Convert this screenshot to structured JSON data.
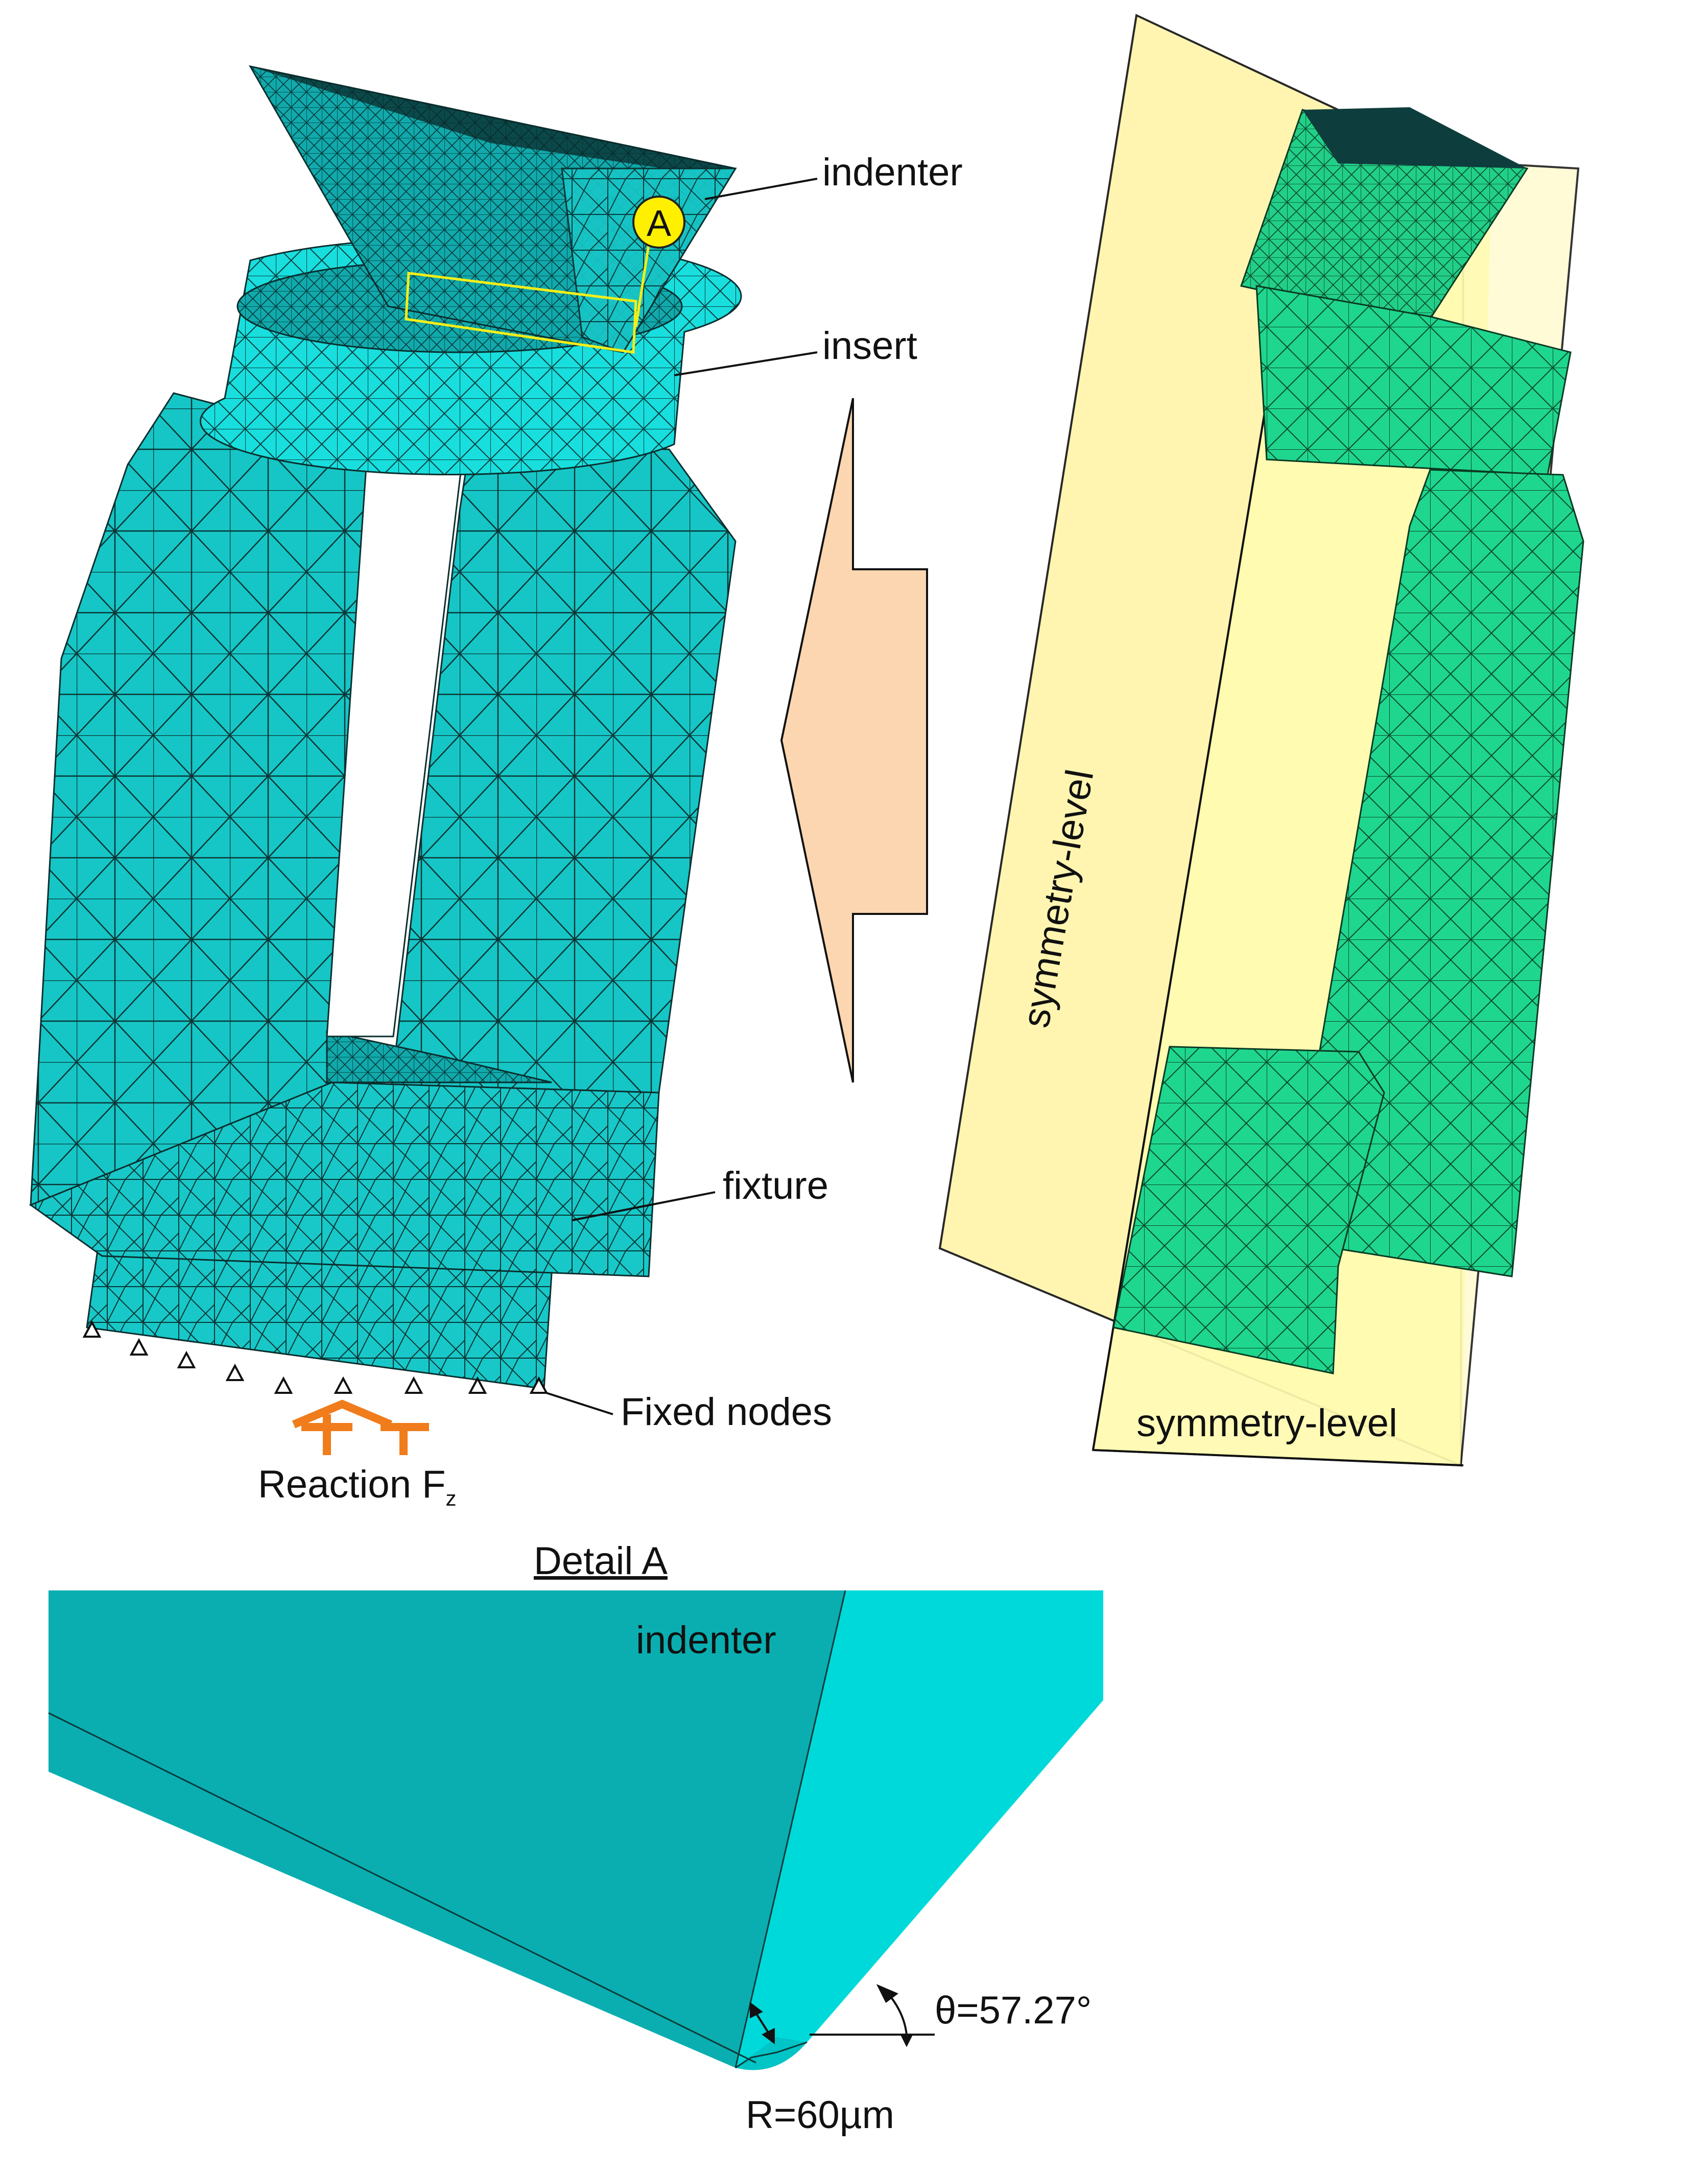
{
  "labels": {
    "indenter": "indenter",
    "insert": "insert",
    "fixture": "fixture",
    "fixed_nodes": "Fixed nodes",
    "reaction_main": "Reaction F",
    "reaction_sub": "z",
    "symmetry_vertical": "symmetry-level",
    "symmetry_bottom": "symmetry-level",
    "detail_marker": "A",
    "detail_title": "Detail A",
    "detail_indenter": "indenter",
    "theta": "θ=57.27°",
    "radius": "R=60µm"
  },
  "colors": {
    "mesh_fill": "#17c9c9",
    "mesh_dark": "#0e7d7f",
    "mesh_line": "#0b2e2e",
    "green_fill": "#1fd890",
    "plane_fill": "#fff8b0",
    "arrow_fill": "#fcd6b0",
    "reaction": "#f07c1c",
    "marker_fill": "#fff000",
    "detail_dark": "#0aaeb0",
    "detail_light": "#00d9da"
  },
  "icons": {
    "support": "triangle-support-icon",
    "reaction": "reaction-force-arrow-icon",
    "direction": "left-pointing-arrow-icon"
  }
}
